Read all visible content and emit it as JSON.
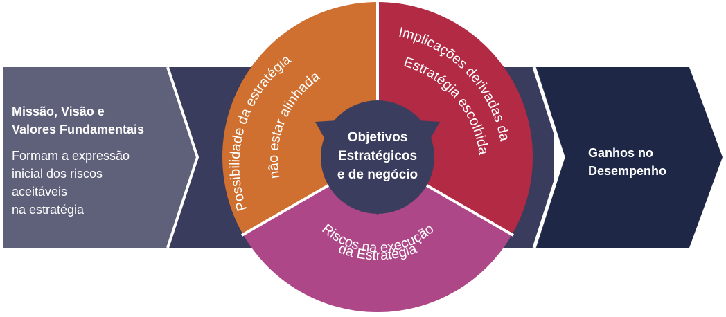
{
  "colors": {
    "left_arrow": "#5f607a",
    "band_dark": "#3a3c5d",
    "right_arrow": "#1f2747",
    "segment_orange": "#cf7030",
    "segment_red": "#b22a43",
    "segment_magenta": "#ad4787",
    "center": "#3b3d5e",
    "separator": "#ffffff"
  },
  "left_panel": {
    "title_line1": "Missão, Visão e",
    "title_line2": "Valores Fundamentais",
    "body_line1": "Formam a expressão",
    "body_line2": "inicial dos riscos",
    "body_line3": "aceitáveis",
    "body_line4": "na estratégia"
  },
  "right_panel": {
    "title_line1": "Ganhos no",
    "title_line2": "Desempenho"
  },
  "center": {
    "line1": "Objetivos",
    "line2": "Estratégicos",
    "line3": "e de negócio"
  },
  "segments": {
    "orange_line1": "Possibilidade da estratégia",
    "orange_line2": "não estar alinhada",
    "red_line1": "Implicações derivadas da",
    "red_line2": "Estratégia escolhida",
    "magenta_line1": "Riscos na execução",
    "magenta_line2": "da Estratégia"
  }
}
